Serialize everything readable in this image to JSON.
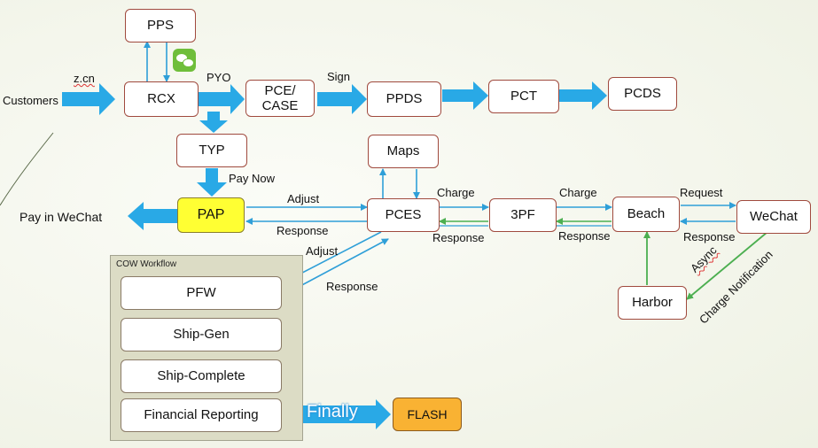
{
  "nodes": {
    "pps": "PPS",
    "rcx": "RCX",
    "pce_case": "PCE/\nCASE",
    "ppds": "PPDS",
    "pct": "PCT",
    "pcds": "PCDS",
    "typ": "TYP",
    "maps": "Maps",
    "pap": "PAP",
    "pces": "PCES",
    "three_pf": "3PF",
    "beach": "Beach",
    "wechat": "WeChat",
    "harbor": "Harbor",
    "flash": "FLASH"
  },
  "outside_labels": {
    "customers": "Customers",
    "pay_in_wechat": "Pay in WeChat"
  },
  "edge_labels": {
    "zcn": "z.cn",
    "pyo": "PYO",
    "sign": "Sign",
    "pay_now": "Pay Now",
    "adjust_top": "Adjust",
    "response_pap": "Response",
    "adjust_lower": "Adjust",
    "response_lower": "Response",
    "charge_3pf": "Charge",
    "response_3pf": "Response",
    "charge_beach": "Charge",
    "response_beach": "Response",
    "request": "Request",
    "response_wechat": "Response",
    "async": "Async",
    "charge_notification": "Charge Notification",
    "finally": "Finally"
  },
  "workflow": {
    "title": "COW Workflow",
    "items": [
      "PFW",
      "Ship-Gen",
      "Ship-Complete",
      "Financial Reporting"
    ]
  },
  "colors": {
    "big_arrow": "#29a9e6",
    "thin_arrow": "#2f9fd8",
    "green_arrow": "#4caf50",
    "pap_fill": "#ffff33",
    "flash_fill": "#f9b233",
    "node_border": "#a04a3e"
  }
}
